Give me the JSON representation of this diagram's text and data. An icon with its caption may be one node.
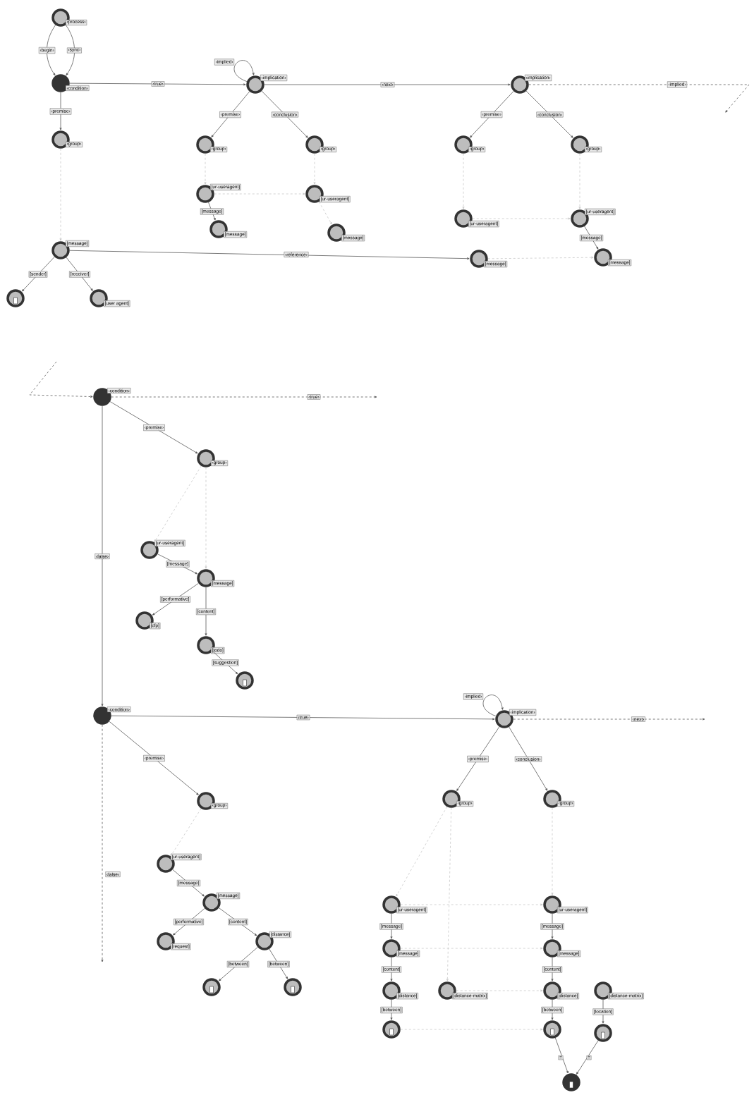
{
  "diagram": {
    "nodes": [
      {
        "text": [
          "‹process›"
        ]
      },
      {
        "text": [
          "‹condition›"
        ]
      },
      {
        "text": [
          "‹group›"
        ]
      },
      {
        "text": [
          "‹implication›"
        ]
      },
      {
        "text": [
          "‹group›"
        ]
      },
      {
        "text": [
          "‹group›"
        ]
      },
      {
        "text": [
          "[ur-useragent]"
        ]
      },
      {
        "text": [
          "[ur-useragent]"
        ]
      },
      {
        "text": [
          "[message]"
        ]
      },
      {
        "text": [
          "[message]"
        ]
      },
      {
        "text": [
          "[message]"
        ]
      },
      {
        "text": [],
        "shape": "circle"
      },
      {
        "text": [
          "[user agent]"
        ]
      },
      {
        "text": [
          "[message]"
        ]
      },
      {
        "text": [
          "‹implication›"
        ]
      },
      {
        "text": [
          "‹group›"
        ]
      },
      {
        "text": [
          "‹group›"
        ]
      },
      {
        "text": [
          "[ur-useragent]"
        ]
      },
      {
        "text": [
          "[ur-useragent]"
        ]
      },
      {
        "text": [
          "[message]"
        ]
      },
      {
        "text": [
          "‹condition›"
        ]
      },
      {
        "text": [
          "‹group›"
        ]
      },
      {
        "text": [
          "[ur-useragent]"
        ]
      },
      {
        "text": [
          "[message]"
        ]
      },
      {
        "text": [
          "[cfp]"
        ]
      },
      {
        "text": [
          "[todo]"
        ]
      },
      {
        "text": [],
        "shape": "circle"
      },
      {
        "text": [
          "‹condition›"
        ]
      },
      {
        "text": [
          "‹implication›"
        ]
      },
      {
        "text": [
          "‹group›"
        ]
      },
      {
        "text": [
          "[ur-useragent]"
        ]
      },
      {
        "text": [
          "[message]"
        ]
      },
      {
        "text": [
          "[request]"
        ]
      },
      {
        "text": [
          "[distance]"
        ]
      },
      {
        "text": [],
        "shape": "circle"
      },
      {
        "text": [],
        "shape": "circle"
      },
      {
        "text": [
          "‹group›"
        ]
      },
      {
        "text": [
          "‹group›"
        ]
      },
      {
        "text": [
          "[ur-useragent]"
        ]
      },
      {
        "text": [
          "[message]"
        ]
      },
      {
        "text": [
          "[distance]"
        ]
      },
      {
        "text": [],
        "shape": "circle"
      },
      {
        "text": [
          "[distance-matrix]"
        ]
      },
      {
        "text": [
          "[ur-useragent]"
        ]
      },
      {
        "text": [
          "[message]"
        ]
      },
      {
        "text": [
          "[distance]"
        ]
      },
      {
        "text": [],
        "shape": "circle"
      },
      {
        "text": [
          "[distance-matrix]"
        ]
      },
      {
        "text": [],
        "shape": "circle"
      },
      {
        "text": [],
        "shape": "circle"
      }
    ],
    "edges": [
      {
        "from": 0,
        "to": 1,
        "arrow": "to",
        "label": "‹sync›"
      },
      {
        "from": 0,
        "to": 1,
        "arrow": "to",
        "label": "‹begin›"
      },
      {
        "from": 1,
        "to": 2,
        "arrow": "to",
        "label": "‹premise›"
      },
      {
        "from": 1,
        "to": 3,
        "arrow": "to",
        "label": "‹true›"
      },
      {
        "from": 3,
        "to": 3,
        "arrow": "to",
        "label": "‹implied›"
      },
      {
        "from": 3,
        "to": 4,
        "arrow": "to",
        "label": "‹premise›"
      },
      {
        "from": 3,
        "to": 5,
        "arrow": "to",
        "label": "‹conclusion›"
      },
      {
        "from": 4,
        "to": 6,
        "arrow": "to",
        "style": "dashed",
        "color": "#c8c8c8"
      },
      {
        "from": 5,
        "to": 7,
        "arrow": "to",
        "style": "dashed",
        "color": "#c8c8c8"
      },
      {
        "from": 6,
        "to": 7,
        "arrow": "to",
        "style": "dashed",
        "color": "#c8c8c8"
      },
      {
        "from": 6,
        "to": 8,
        "arrow": "to",
        "label": "[message]"
      },
      {
        "from": 7,
        "to": 9,
        "arrow": "to",
        "style": "dashed",
        "color": "#c8c8c8"
      },
      {
        "from": 2,
        "to": 10,
        "arrow": "to",
        "style": "dashed",
        "color": "#c8c8c8"
      },
      {
        "from": 10,
        "to": 11,
        "arrow": "to",
        "label": "[sender]"
      },
      {
        "from": 10,
        "to": 12,
        "arrow": "to",
        "label": "[receiver]"
      },
      {
        "from": 10,
        "to": 13,
        "arrow": "to",
        "label": "‹reference›"
      },
      {
        "from": 3,
        "to": 14,
        "arrow": "to",
        "label": "‹next›"
      },
      {
        "from": 14,
        "to": 15,
        "arrow": "to",
        "label": "‹premise›"
      },
      {
        "from": 14,
        "to": 16,
        "arrow": "to",
        "label": "‹conclusion›"
      },
      {
        "from": 15,
        "to": 17,
        "arrow": "to",
        "style": "dashed",
        "color": "#c8c8c8"
      },
      {
        "from": 16,
        "to": 18,
        "arrow": "to",
        "style": "dashed",
        "color": "#c8c8c8"
      },
      {
        "from": 17,
        "to": 18,
        "arrow": "to",
        "style": "dashed",
        "color": "#c8c8c8"
      },
      {
        "from": 18,
        "to": 19,
        "arrow": "to",
        "label": "[message]"
      },
      {
        "from": 13,
        "to": 19,
        "arrow": "to",
        "style": "dashed",
        "color": "#c8c8c8"
      },
      {
        "from": 14,
        "to": null,
        "arrow": "to",
        "label": "‹implied›",
        "style": "dashed"
      },
      {
        "from": null,
        "to": 20,
        "arrow": "to",
        "style": "dashed"
      },
      {
        "from": 20,
        "to": null,
        "arrow": "to",
        "label": "‹true›",
        "style": "dashed"
      },
      {
        "from": 20,
        "to": 21,
        "arrow": "to",
        "label": "‹premise›"
      },
      {
        "from": 20,
        "to": 27,
        "arrow": "to",
        "label": "‹false›"
      },
      {
        "from": 21,
        "to": 22,
        "arrow": "to",
        "style": "dashed",
        "color": "#c8c8c8"
      },
      {
        "from": 21,
        "to": 23,
        "arrow": "to",
        "style": "dashed",
        "color": "#c8c8c8"
      },
      {
        "from": 22,
        "to": 23,
        "arrow": "to",
        "label": "[message]"
      },
      {
        "from": 23,
        "to": 24,
        "arrow": "to",
        "label": "[performative]"
      },
      {
        "from": 23,
        "to": 25,
        "arrow": "to",
        "label": "[content]"
      },
      {
        "from": 25,
        "to": 26,
        "arrow": "to",
        "label": "[suggestion]"
      },
      {
        "from": 27,
        "to": 28,
        "arrow": "to",
        "label": "‹true›"
      },
      {
        "from": 28,
        "to": 28,
        "arrow": "to",
        "label": "‹implied›"
      },
      {
        "from": 28,
        "to": null,
        "arrow": "to",
        "label": "‹next›",
        "style": "dashed"
      },
      {
        "from": 27,
        "to": 29,
        "arrow": "to",
        "label": "‹premise›"
      },
      {
        "from": 27,
        "to": null,
        "arrow": "to",
        "label": "‹false›",
        "style": "dashed"
      },
      {
        "from": 29,
        "to": 30,
        "arrow": "to",
        "style": "dashed",
        "color": "#c8c8c8"
      },
      {
        "from": 30,
        "to": 31,
        "arrow": "to",
        "label": "[message]"
      },
      {
        "from": 31,
        "to": 32,
        "arrow": "to",
        "label": "[performative]"
      },
      {
        "from": 31,
        "to": 33,
        "arrow": "to",
        "label": "[content]"
      },
      {
        "from": 33,
        "to": 34,
        "arrow": "to",
        "label": "[between]"
      },
      {
        "from": 33,
        "to": 35,
        "arrow": "to",
        "label": "[between]"
      },
      {
        "from": 28,
        "to": 36,
        "arrow": "to",
        "label": "‹premise›"
      },
      {
        "from": 28,
        "to": 37,
        "arrow": "to",
        "label": "‹conclusion›"
      },
      {
        "from": 36,
        "to": 38,
        "arrow": "to",
        "style": "dashed",
        "color": "#c8c8c8"
      },
      {
        "from": 38,
        "to": 39,
        "arrow": "to",
        "label": "[message]"
      },
      {
        "from": 39,
        "to": 40,
        "arrow": "to",
        "label": "[content]"
      },
      {
        "from": 40,
        "to": 41,
        "arrow": "to",
        "label": "[between]"
      },
      {
        "from": 37,
        "to": 43,
        "arrow": "to",
        "style": "dashed",
        "color": "#c8c8c8"
      },
      {
        "from": 43,
        "to": 44,
        "arrow": "to",
        "label": "[message]"
      },
      {
        "from": 44,
        "to": 45,
        "arrow": "to",
        "label": "[content]"
      },
      {
        "from": 45,
        "to": 46,
        "arrow": "to",
        "label": "[between]"
      },
      {
        "from": 47,
        "to": 48,
        "arrow": "to",
        "label": "[location]"
      },
      {
        "from": 46,
        "to": 49,
        "arrow": "to",
        "label": "="
      },
      {
        "from": 48,
        "to": 49,
        "arrow": "to",
        "label": "="
      },
      {
        "from": 38,
        "to": 43,
        "arrow": "to",
        "style": "dashed",
        "color": "#c8c8c8"
      },
      {
        "from": 39,
        "to": 44,
        "arrow": "to",
        "style": "dashed",
        "color": "#c8c8c8"
      },
      {
        "from": 42,
        "to": 45,
        "arrow": "to",
        "style": "dashed",
        "color": "#c8c8c8"
      },
      {
        "from": 41,
        "to": 46,
        "arrow": "to",
        "style": "dashed",
        "color": "#c8c8c8"
      },
      {
        "from": 36,
        "to": 42,
        "arrow": "to",
        "style": "dashed",
        "color": "#c8c8c8"
      }
    ]
  }
}
